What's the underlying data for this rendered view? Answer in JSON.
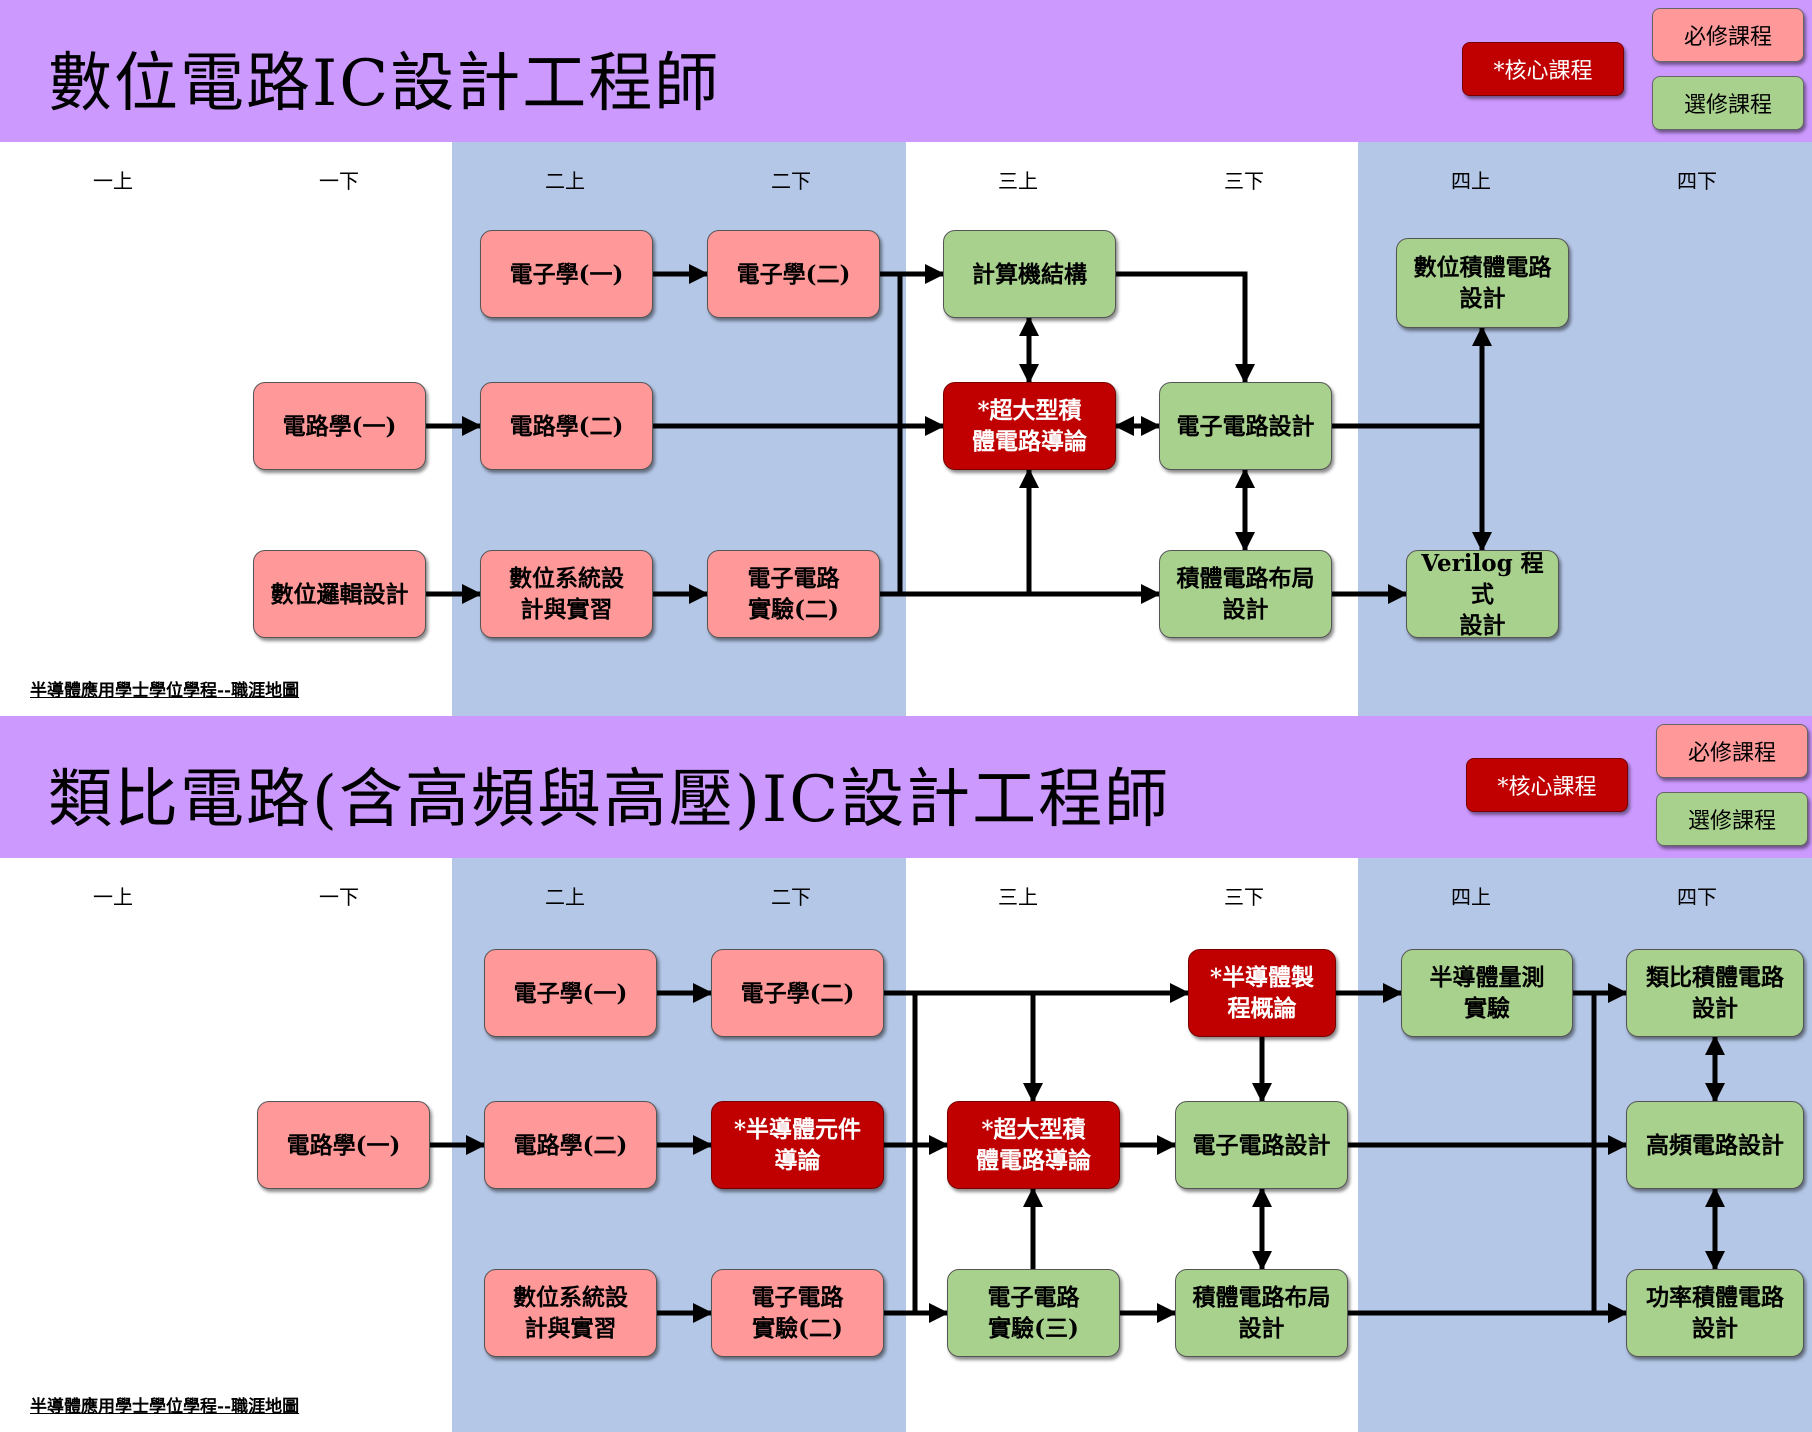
{
  "semesters": [
    "一上",
    "一下",
    "二上",
    "二下",
    "三上",
    "三下",
    "四上",
    "四下"
  ],
  "legend": {
    "core": "*核心課程",
    "required": "必修課程",
    "elective": "選修課程"
  },
  "footer": "半導體應用學士學位學程--職涯地圖",
  "panels": [
    {
      "title": "數位電路IC設計工程師",
      "nodes": [
        {
          "id": "e1",
          "label": "電子學(一)",
          "type": "required"
        },
        {
          "id": "e2",
          "label": "電子學(二)",
          "type": "required"
        },
        {
          "id": "ca",
          "label": "計算機結構",
          "type": "elective"
        },
        {
          "id": "dic",
          "label": "數位積體電路\n設計",
          "type": "elective"
        },
        {
          "id": "c1",
          "label": "電路學(一)",
          "type": "required"
        },
        {
          "id": "c2",
          "label": "電路學(二)",
          "type": "required"
        },
        {
          "id": "vlsi",
          "label": "*超大型積\n體電路導論",
          "type": "core"
        },
        {
          "id": "ecd",
          "label": "電子電路設計",
          "type": "elective"
        },
        {
          "id": "dl",
          "label": "數位邏輯設計",
          "type": "required"
        },
        {
          "id": "dsd",
          "label": "數位系統設\n計與實習",
          "type": "required"
        },
        {
          "id": "ecl2",
          "label": "電子電路\n實驗(二)",
          "type": "required"
        },
        {
          "id": "icl",
          "label": "積體電路布局\n設計",
          "type": "elective"
        },
        {
          "id": "ver",
          "label": "Verilog 程式\n設計",
          "type": "elective"
        }
      ]
    },
    {
      "title": "類比電路(含高頻與高壓)IC設計工程師",
      "nodes": [
        {
          "id": "e1",
          "label": "電子學(一)",
          "type": "required"
        },
        {
          "id": "e2",
          "label": "電子學(二)",
          "type": "required"
        },
        {
          "id": "semi",
          "label": "*半導體製\n程概論",
          "type": "core"
        },
        {
          "id": "meas",
          "label": "半導體量測\n實驗",
          "type": "elective"
        },
        {
          "id": "aic",
          "label": "類比積體電路\n設計",
          "type": "elective"
        },
        {
          "id": "c1",
          "label": "電路學(一)",
          "type": "required"
        },
        {
          "id": "c2",
          "label": "電路學(二)",
          "type": "required"
        },
        {
          "id": "dev",
          "label": "*半導體元件\n導論",
          "type": "core"
        },
        {
          "id": "vlsi",
          "label": "*超大型積\n體電路導論",
          "type": "core"
        },
        {
          "id": "ecd",
          "label": "電子電路設計",
          "type": "elective"
        },
        {
          "id": "rf",
          "label": "高頻電路設計",
          "type": "elective"
        },
        {
          "id": "dsd",
          "label": "數位系統設\n計與實習",
          "type": "required"
        },
        {
          "id": "ecl2",
          "label": "電子電路\n實驗(二)",
          "type": "required"
        },
        {
          "id": "ecl3",
          "label": "電子電路\n實驗(三)",
          "type": "elective"
        },
        {
          "id": "icl",
          "label": "積體電路布局\n設計",
          "type": "elective"
        },
        {
          "id": "pic",
          "label": "功率積體電路\n設計",
          "type": "elective"
        }
      ]
    }
  ],
  "colors": {
    "header": "#cc99ff",
    "band": "#b4c7e7",
    "required": "#ff9999",
    "elective": "#a9d18e",
    "core": "#c00000"
  }
}
